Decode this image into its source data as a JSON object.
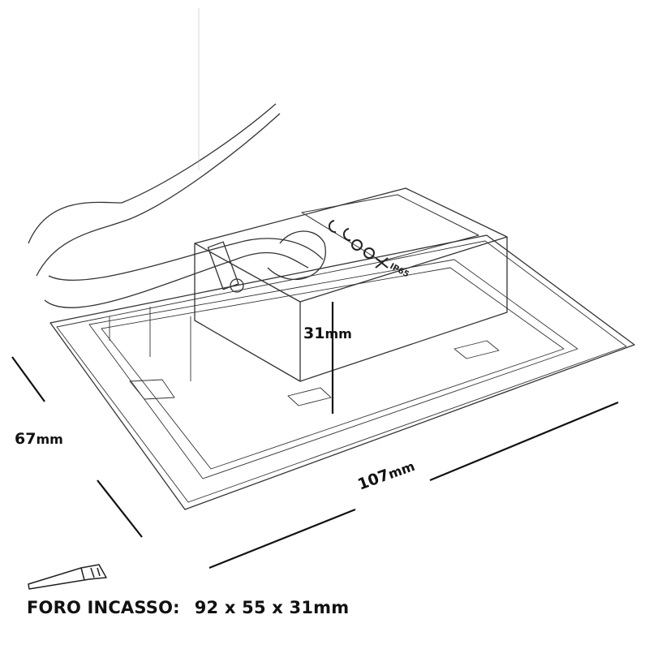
{
  "dimensions": {
    "height": {
      "value": "31",
      "unit": "mm"
    },
    "depth": {
      "value": "67",
      "unit": "mm"
    },
    "width": {
      "value": "107",
      "unit": "mm"
    }
  },
  "product_label": {
    "rating": "IP65"
  },
  "caption": {
    "label": "FORO INCASSO:",
    "value": "92 x 55 x 31mm"
  },
  "icons": {
    "tool": "hand-saw-icon"
  },
  "colors": {
    "line": "#222222",
    "background": "#ffffff"
  }
}
